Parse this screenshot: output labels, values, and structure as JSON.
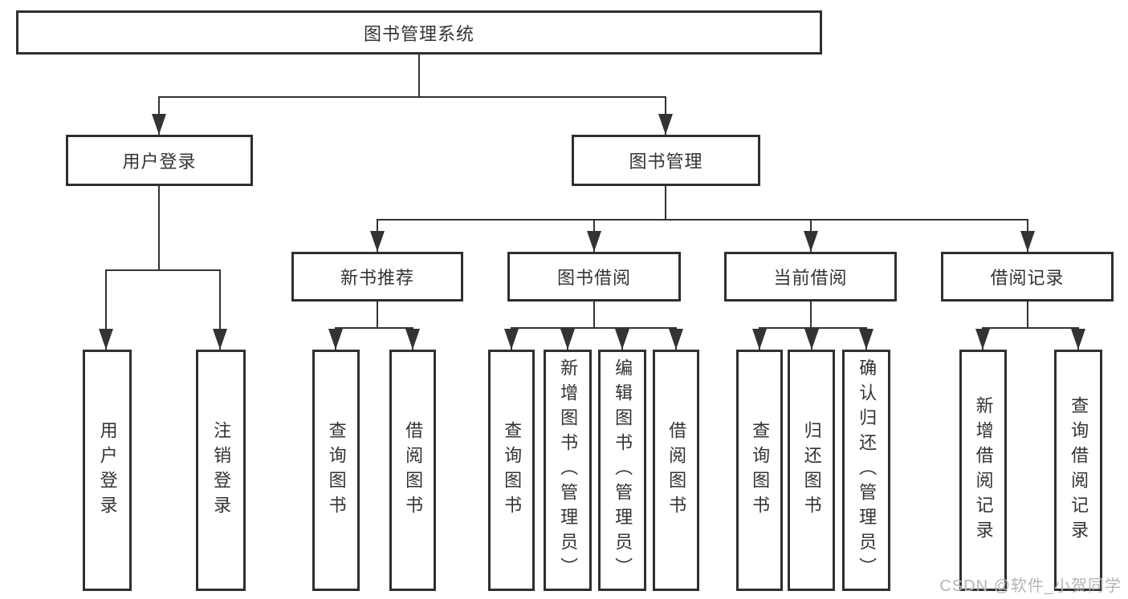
{
  "diagram": {
    "type": "hierarchy-tree",
    "root": {
      "label": "图书管理系统"
    },
    "branches": [
      {
        "label": "用户登录",
        "children": [
          {
            "label": "用户登录"
          },
          {
            "label": "注销登录"
          }
        ]
      },
      {
        "label": "图书管理",
        "children": [
          {
            "label": "新书推荐",
            "children": [
              {
                "label": "查询图书"
              },
              {
                "label": "借阅图书"
              }
            ]
          },
          {
            "label": "图书借阅",
            "children": [
              {
                "label": "查询图书"
              },
              {
                "label": "新增图书（管理员）"
              },
              {
                "label": "编辑图书（管理员）"
              },
              {
                "label": "借阅图书"
              }
            ]
          },
          {
            "label": "当前借阅",
            "children": [
              {
                "label": "查询图书"
              },
              {
                "label": "归还图书"
              },
              {
                "label": "确认归还（管理员）"
              }
            ]
          },
          {
            "label": "借阅记录",
            "children": [
              {
                "label": "新增借阅记录"
              },
              {
                "label": "查询借阅记录"
              }
            ]
          }
        ]
      }
    ]
  },
  "watermark": {
    "text": "CSDN @软件_小贺同学"
  },
  "colors": {
    "line": "#333333",
    "box_border": "#2f2f2f",
    "text": "#333333",
    "watermark": "#b5b5b5",
    "background": "#ffffff"
  }
}
